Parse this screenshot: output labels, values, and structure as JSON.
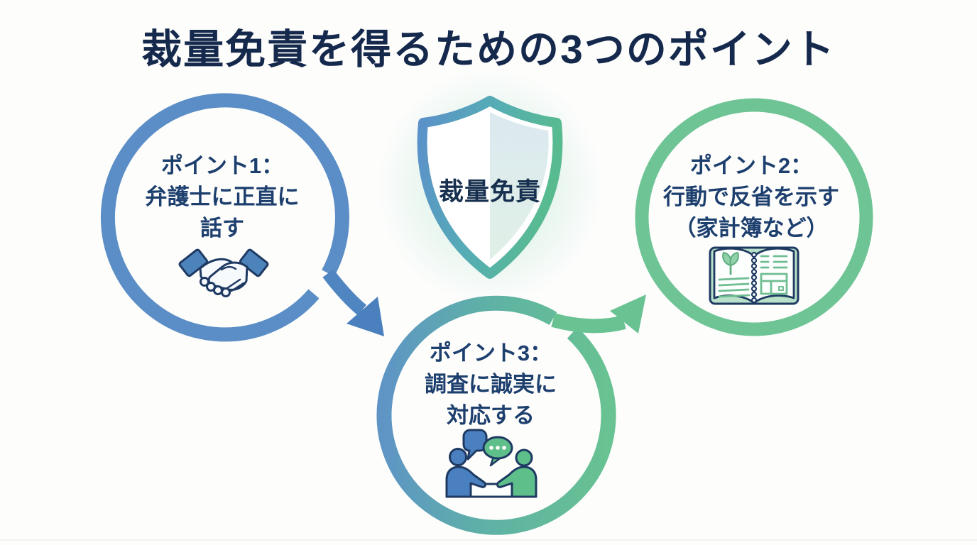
{
  "title": "裁量免責を得るための3つのポイント",
  "shield": {
    "label": "裁量免責",
    "icon": "shield-icon"
  },
  "points": [
    {
      "id": "point1",
      "lines": [
        "ポイント1：",
        "弁護士に正直に",
        "話す"
      ],
      "icon": "handshake-icon",
      "ring": "blue"
    },
    {
      "id": "point2",
      "lines": [
        "ポイント2：",
        "行動で反省を示す",
        "（家計簿など）"
      ],
      "icon": "open-ledger-icon",
      "ring": "green"
    },
    {
      "id": "point3",
      "lines": [
        "ポイント3：",
        "調査に誠実に",
        "対応する"
      ],
      "icon": "conversation-icon",
      "ring": "blue-green-gradient"
    }
  ],
  "colors": {
    "background": "#fdfdfc",
    "title_text": "#15294d",
    "body_text": "#1d3f6e",
    "ring_blue": "#5b8ec6",
    "ring_green": "#6fc495",
    "arrow_blue": "#4f85c1",
    "arrow_blue_head": "#4a80be",
    "arrow_green": "#68c291",
    "shield_border_blue": "#5b90ca",
    "shield_border_teal": "#56acb6",
    "shield_border_green": "#58bb90",
    "icon_outline_navy": "#1e3a62",
    "icon_blue": "#4b80c0",
    "icon_green": "#5fbf8a",
    "leaf_green": "#90d1a7",
    "line_green": "#6fbd92",
    "notebook_cover_green": "#b9e0c8"
  }
}
